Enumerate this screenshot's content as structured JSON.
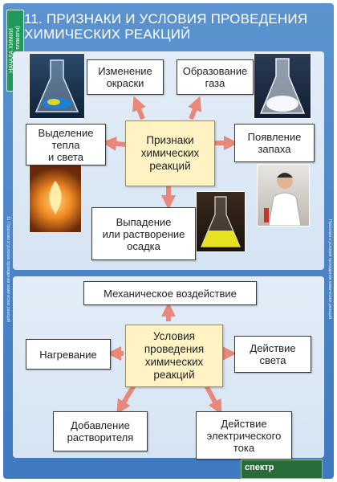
{
  "header": {
    "title": "11. ПРИЗНАКИ И УСЛОВИЯ ПРОВЕДЕНИЯ ХИМИЧЕСКИХ РЕАКЦИЙ",
    "side_tab": "НАЧАЛА ХИМИИ\n(учебные плакаты)"
  },
  "spine_left": "11. Признаки и условия проведения химических реакций",
  "spine_right": "Признаки и условия проведения химических реакций",
  "signs": {
    "center": "Признаки\nхимических\nреакций",
    "color_change": "Изменение\nокраски",
    "gas": "Образование\nгаза",
    "heat_light": "Выделение\nтепла\nи света",
    "smell": "Появление\nзапаха",
    "precipitate": "Выпадение\nили растворение\nосадка"
  },
  "conditions": {
    "center": "Условия\nпроведения\nхимических\nреакций",
    "mechanical": "Механическое воздействие",
    "heating": "Нагревание",
    "light": "Действие\nсвета",
    "solvent": "Добавление\nрастворителя",
    "current": "Действие\nэлектрического\nтока"
  },
  "logo": {
    "text": "спектр"
  },
  "colors": {
    "arrow": "#e9877a",
    "center_fill": "#fff3c4",
    "frame": "#4a82c6",
    "side_tab": "#1f9a5a"
  }
}
